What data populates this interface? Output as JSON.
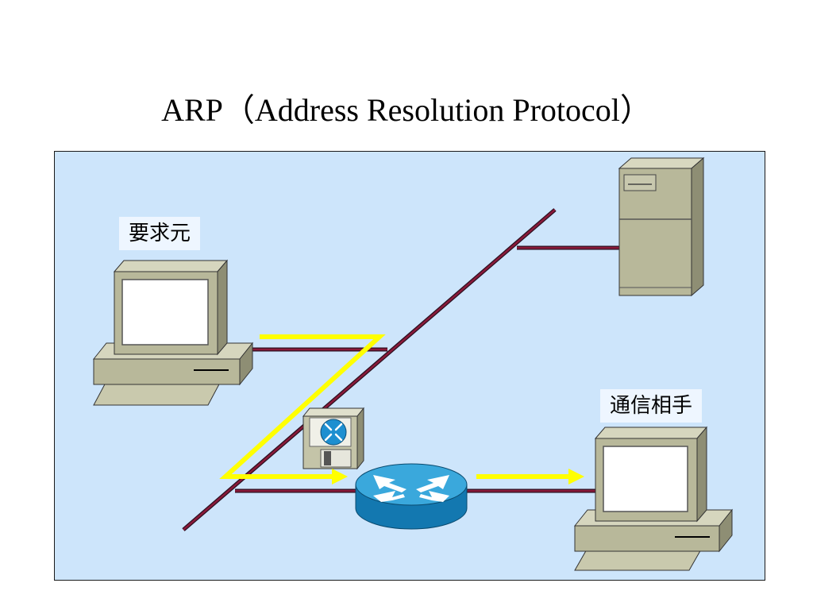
{
  "title": "ARP（Address Resolution Protocol）",
  "labels": {
    "requester": "要求元",
    "target": "通信相手"
  },
  "colors": {
    "background": "#cde5fb",
    "cable": "#8b1a3a",
    "packet_path": "#ffff00",
    "router": "#1f8dc0",
    "device_body": "#b8b89a"
  },
  "icons": {
    "requester_device": "desktop-computer-icon",
    "target_device": "desktop-computer-icon",
    "server_device": "tower-server-icon",
    "router_device": "router-icon",
    "config_disk": "floppy-disk-router-icon"
  }
}
